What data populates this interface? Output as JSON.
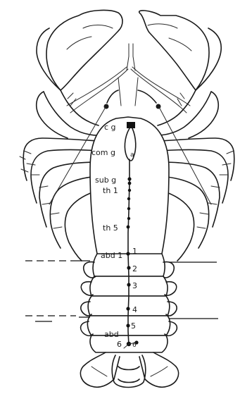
{
  "figure": {
    "labels": {
      "cg": "c g",
      "com_g": "com g",
      "com_a": "a",
      "sub_g": "sub g",
      "th1": "th 1",
      "th5": "th 5",
      "abd1": "abd 1",
      "abd6": "abd",
      "abd6_num": "6",
      "seg2": "2",
      "seg3": "3",
      "seg4": "4",
      "seg5": "5",
      "seg6": "6"
    }
  }
}
